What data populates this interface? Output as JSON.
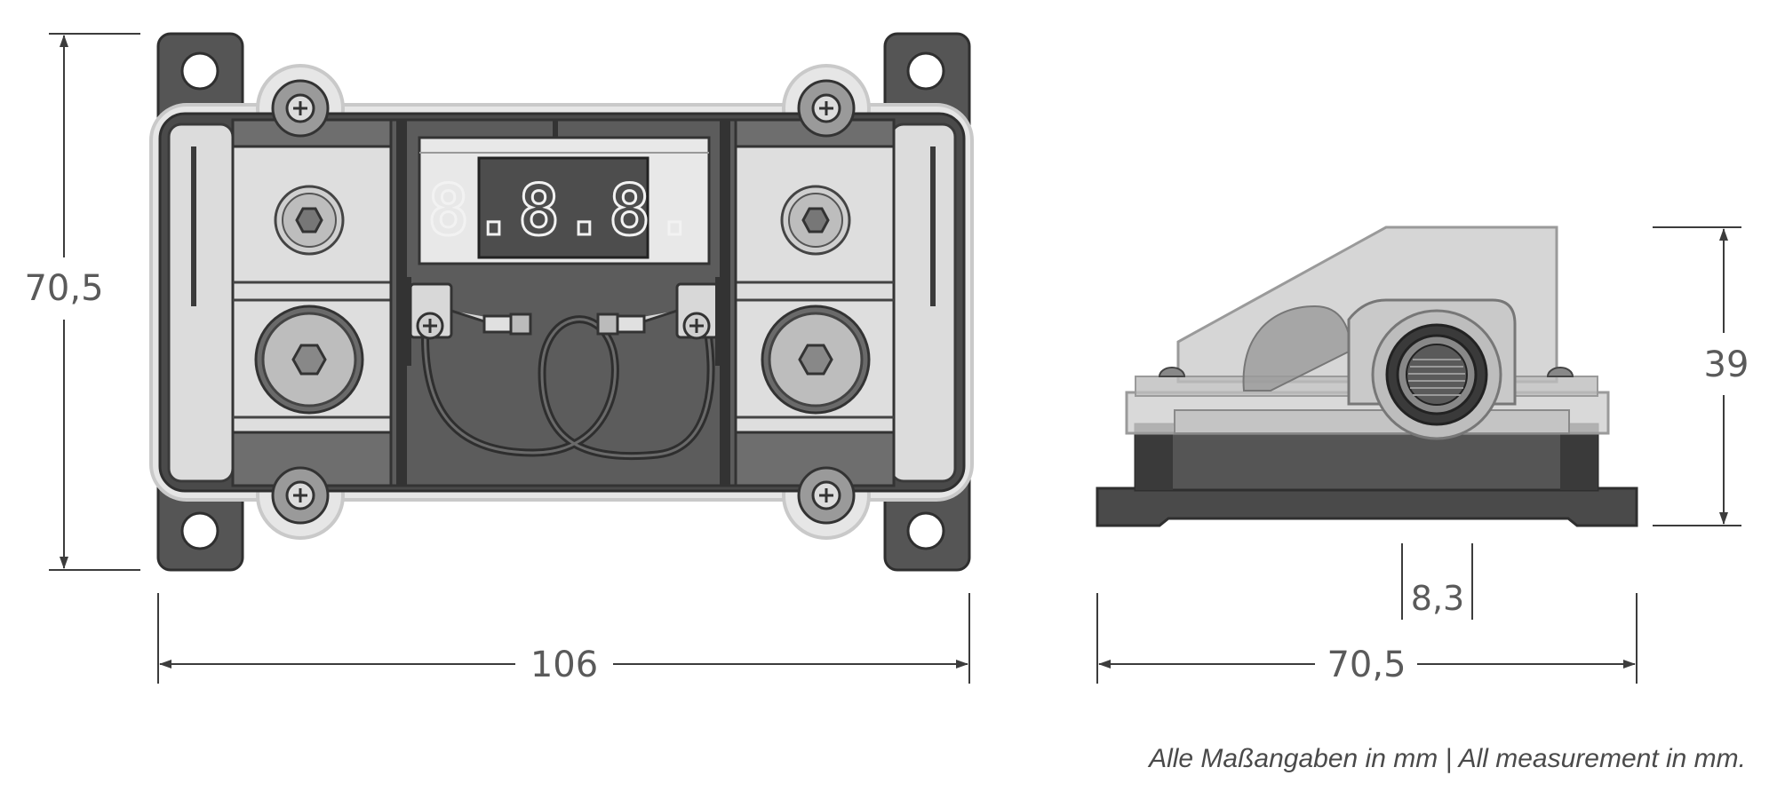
{
  "dimensions": {
    "front_height": "70,5",
    "front_width": "106",
    "side_height": "39",
    "side_width": "70,5",
    "stud_width": "8,3"
  },
  "display": {
    "readout": "8.8.8."
  },
  "footer": {
    "note": "Alle Maßangaben in mm | All measurement in mm."
  },
  "colors": {
    "dim_line": "#3c3c3c",
    "dim_text": "#5a5a5a",
    "housing_dark": "#4a4a4a",
    "housing_mid": "#6e6e6e",
    "metal_light": "#d9d9d9",
    "display_bg": "#4d4d4d",
    "segments": "#f2f2f2"
  }
}
